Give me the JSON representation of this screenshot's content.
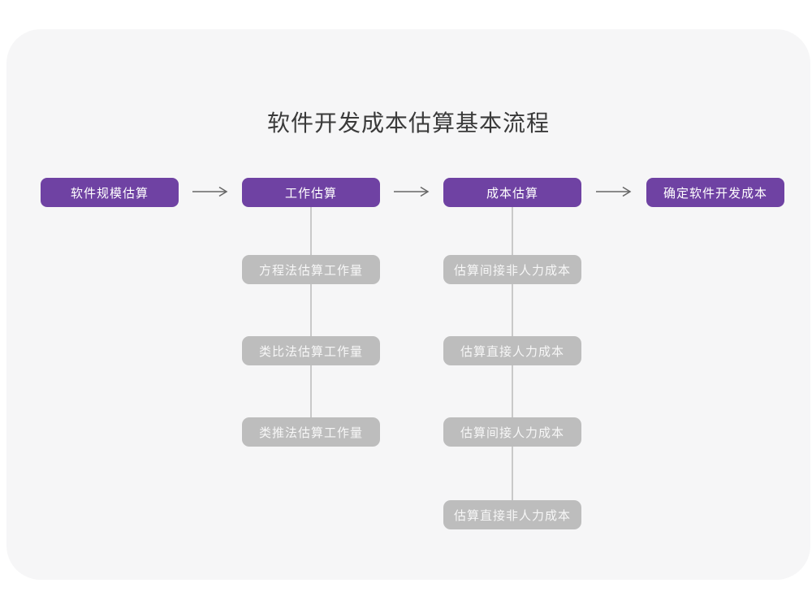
{
  "title": "软件开发成本估算基本流程",
  "colors": {
    "page_background": "#ffffff",
    "card_background": "#f6f6f7",
    "main_node": "#6f42a3",
    "sub_node": "#bdbdbd",
    "node_text": "#ffffff",
    "sub_node_text": "#f7f7f7",
    "connector": "#c9c9c9",
    "arrow": "#666666",
    "title_text": "#3a3a3a"
  },
  "flow": {
    "main_nodes": [
      {
        "label": "软件规模估算"
      },
      {
        "label": "工作估算"
      },
      {
        "label": "成本估算"
      },
      {
        "label": "确定软件开发成本"
      }
    ],
    "work_sub_nodes": [
      "方程法估算工作量",
      "类比法估算工作量",
      "类推法估算工作量"
    ],
    "cost_sub_nodes": [
      "估算间接非人力成本",
      "估算直接人力成本",
      "估算间接人力成本",
      "估算直接非人力成本"
    ]
  }
}
